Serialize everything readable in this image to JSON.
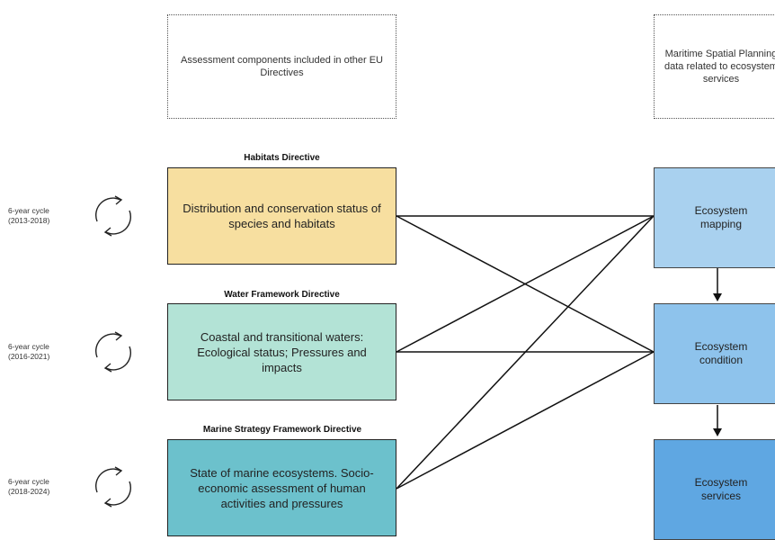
{
  "top": {
    "eu_directives_note": "Assessment components included in other EU Directives",
    "msp_note": "Maritime Spatial Planning data related to ecosystem services"
  },
  "directives": [
    {
      "title": "Habitats Directive",
      "text": "Distribution and conservation status of species and habitats",
      "cycle": "6-year cycle (2013-2018)",
      "color": "#f7dfa0"
    },
    {
      "title": "Water Framework Directive",
      "text": "Coastal and transitional waters: Ecological status; Pressures and impacts",
      "cycle": "6-year cycle (2016-2021)",
      "color": "#b3e3d6"
    },
    {
      "title": "Marine Strategy Framework Directive",
      "text": "State of marine ecosystems. Socio-economic assessment of human activities and pressures",
      "cycle": "6-year cycle (2018-2024)",
      "color": "#6cc1cc"
    }
  ],
  "ecosystem": [
    {
      "label": "Ecosystem mapping",
      "color": "#a9d1ef"
    },
    {
      "label": "Ecosystem condition",
      "color": "#8ec3ec"
    },
    {
      "label": "Ecosystem services",
      "color": "#5fa7e2"
    }
  ],
  "icons": {
    "cycle": "circular-arrows-icon",
    "arrow": "down-arrow-icon"
  }
}
